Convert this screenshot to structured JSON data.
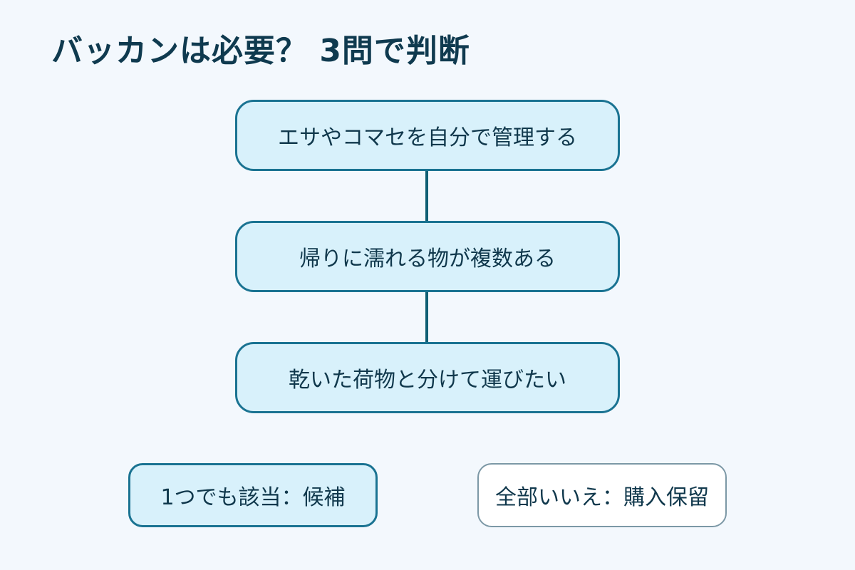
{
  "title": "バッカンは必要？ 3問で判断",
  "questions": [
    {
      "label": "エサやコマセを自分で管理する"
    },
    {
      "label": "帰りに濡れる物が複数ある"
    },
    {
      "label": "乾いた荷物と分けて運びたい"
    }
  ],
  "results": {
    "any_yes": "1つでも該当：候補",
    "all_no": "全部いいえ：購入保留"
  },
  "colors": {
    "background": "#f3f8fd",
    "node_fill": "#d8f1fb",
    "node_border": "#1a7392",
    "connector": "#0f5f74",
    "text": "#10384c",
    "neutral_border": "#7c98a6"
  }
}
